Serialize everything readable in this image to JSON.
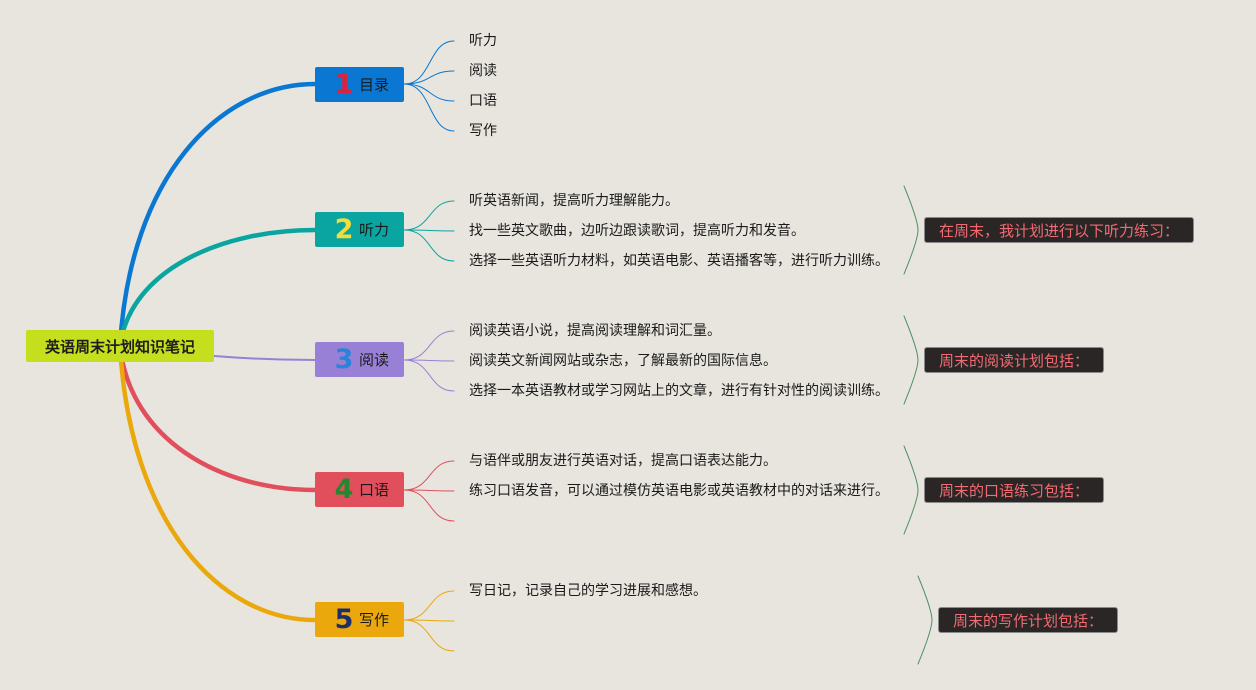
{
  "root": {
    "label": "英语周末计划知识笔记"
  },
  "branches": [
    {
      "num": "1",
      "label": "目录",
      "color": "#0a78d2",
      "num_color": "#d8243d",
      "leaves": [
        "听力",
        "阅读",
        "口语",
        "写作"
      ]
    },
    {
      "num": "2",
      "label": "听力",
      "color": "#0aa5a0",
      "num_color": "#f2dd3b",
      "leaves": [
        "听英语新闻，提高听力理解能力。",
        "找一些英文歌曲，边听边跟读歌词，提高听力和发音。",
        "选择一些英语听力材料，如英语电影、英语播客等，进行听力训练。"
      ],
      "note": "在周末，我计划进行以下听力练习："
    },
    {
      "num": "3",
      "label": "阅读",
      "color": "#9880d6",
      "num_color": "#2b82d9",
      "leaves": [
        "阅读英语小说，提高阅读理解和词汇量。",
        "阅读英文新闻网站或杂志，了解最新的国际信息。",
        "选择一本英语教材或学习网站上的文章，进行有针对性的阅读训练。"
      ],
      "note": "周末的阅读计划包括："
    },
    {
      "num": "4",
      "label": "口语",
      "color": "#e14f5d",
      "num_color": "#1d8a2e",
      "leaves": [
        "与语伴或朋友进行英语对话，提高口语表达能力。",
        "练习口语发音，可以通过模仿英语电影或英语教材中的对话来进行。",
        ""
      ],
      "note": "周末的口语练习包括："
    },
    {
      "num": "5",
      "label": "写作",
      "color": "#eba80c",
      "num_color": "#1c2d6b",
      "leaves": [
        "写日记，记录自己的学习进展和感想。",
        "",
        ""
      ],
      "note": "周末的写作计划包括："
    }
  ]
}
